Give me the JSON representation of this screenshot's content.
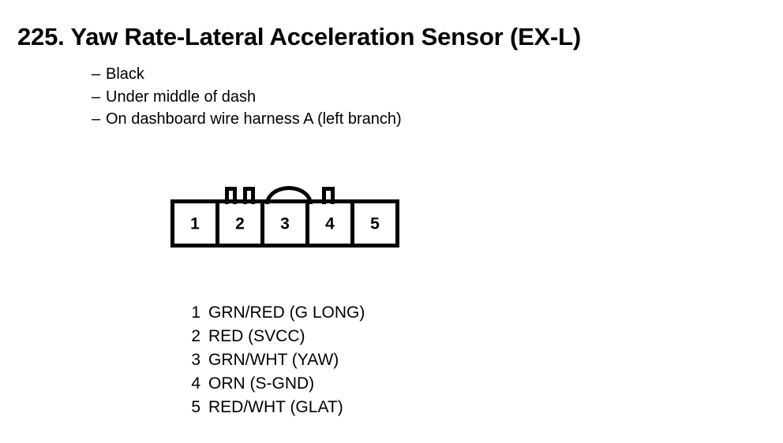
{
  "page": {
    "background_color": "#ffffff",
    "ink_color": "#000000"
  },
  "heading": {
    "number": "225.",
    "title": "225. Yaw Rate-Lateral Acceleration Sensor (EX-L)"
  },
  "notes": {
    "dash": "–",
    "items": [
      {
        "text": "Black"
      },
      {
        "text": "Under middle of dash"
      },
      {
        "text": "On dashboard wire harness A (left branch)"
      }
    ]
  },
  "connector": {
    "cavity_count": 5,
    "cells": [
      {
        "number": "1"
      },
      {
        "number": "2"
      },
      {
        "number": "3"
      },
      {
        "number": "4"
      },
      {
        "number": "5"
      }
    ],
    "top_features": [
      {
        "type": "tab",
        "name": "lock-tab-left"
      },
      {
        "type": "tab",
        "name": "lock-tab-center-left"
      },
      {
        "type": "arch",
        "name": "lock-arch"
      },
      {
        "type": "tab",
        "name": "lock-tab-right"
      }
    ]
  },
  "pin_legend": {
    "rows": [
      {
        "pin": "1",
        "wire": "GRN/RED (G LONG)"
      },
      {
        "pin": "2",
        "wire": "RED (SVCC)"
      },
      {
        "pin": "3",
        "wire": "GRN/WHT (YAW)"
      },
      {
        "pin": "4",
        "wire": "ORN (S-GND)"
      },
      {
        "pin": "5",
        "wire": "RED/WHT (GLAT)"
      }
    ]
  }
}
